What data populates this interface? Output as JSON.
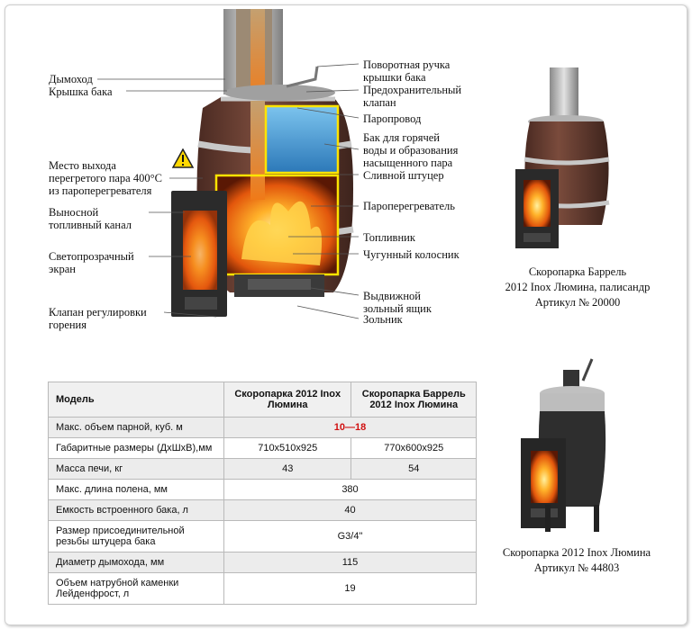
{
  "labels_left": {
    "dymohod": "Дымоход",
    "kryshka_baka": "Крышка бака",
    "mesto_vyhoda_1": "Место выхода",
    "mesto_vyhoda_2": "перегретого пара 400°С",
    "mesto_vyhoda_3": "из пароперегревателя",
    "vynosnoy_1": "Выносной",
    "vynosnoy_2": "топливный канал",
    "ekran_1": "Светопрозрачный",
    "ekran_2": "экран",
    "klapan_1": "Клапан регулировки",
    "klapan_2": "горения"
  },
  "labels_right": {
    "ruchka_1": "Поворотная ручка",
    "ruchka_2": "крышки бака",
    "predohr_1": "Предохранительный",
    "predohr_2": "клапан",
    "paroprovod": "Паропровод",
    "bak_1": "Бак для горячей",
    "bak_2": "воды и образования",
    "bak_3": "насыщенного пара",
    "shtucer": "Сливной штуцер",
    "paroperegrevatel": "Пароперегреватель",
    "toplivnik": "Топливник",
    "kolosnik": "Чугунный колосник",
    "yashik_1": "Выдвижной",
    "yashik_2": "зольный ящик",
    "zolnik": "Зольник"
  },
  "product_barrel": {
    "line1": "Скоропарка Баррель",
    "line2": "2012 Inox Люмина, палисандр",
    "line3": "Артикул № 20000"
  },
  "product_standard": {
    "line1": "Скоропарка 2012 Inox Люмина",
    "line2": "Артикул № 44803"
  },
  "table": {
    "header": {
      "model": "Модель",
      "col1_l1": "Скоропарка 2012 Inox",
      "col1_l2": "Люмина",
      "col2_l1": "Скоропарка Баррель",
      "col2_l2": "2012 Inox Люмина"
    },
    "rows": [
      {
        "name": "Макс. объем парной, куб. м",
        "value": "10—18"
      },
      {
        "name": "Габаритные размеры (ДхШхВ),мм",
        "v1": "710х510х925",
        "v2": "770х600х925"
      },
      {
        "name": "Масса печи, кг",
        "v1": "43",
        "v2": "54"
      },
      {
        "name": "Макс. длина полена, мм",
        "value": "380"
      },
      {
        "name": "Емкость встроенного бака, л",
        "value": "40"
      },
      {
        "name_l1": "Размер присоединительной",
        "name_l2": "резьбы штуцера бака",
        "value": "G3/4\""
      },
      {
        "name": "Диаметр дымохода, мм",
        "value": "115"
      },
      {
        "name_l1": "Объем натрубной каменки",
        "name_l2": "Лейденфрост, л",
        "value": "19"
      }
    ]
  },
  "colors": {
    "wood": "#6e4336",
    "steel": "#b8b8b8",
    "fire": "#f08a1c",
    "water": "#3c8fd0",
    "callout": "#ffe400",
    "accent_red": "#d01010"
  },
  "icons": [
    "warning-icon"
  ]
}
